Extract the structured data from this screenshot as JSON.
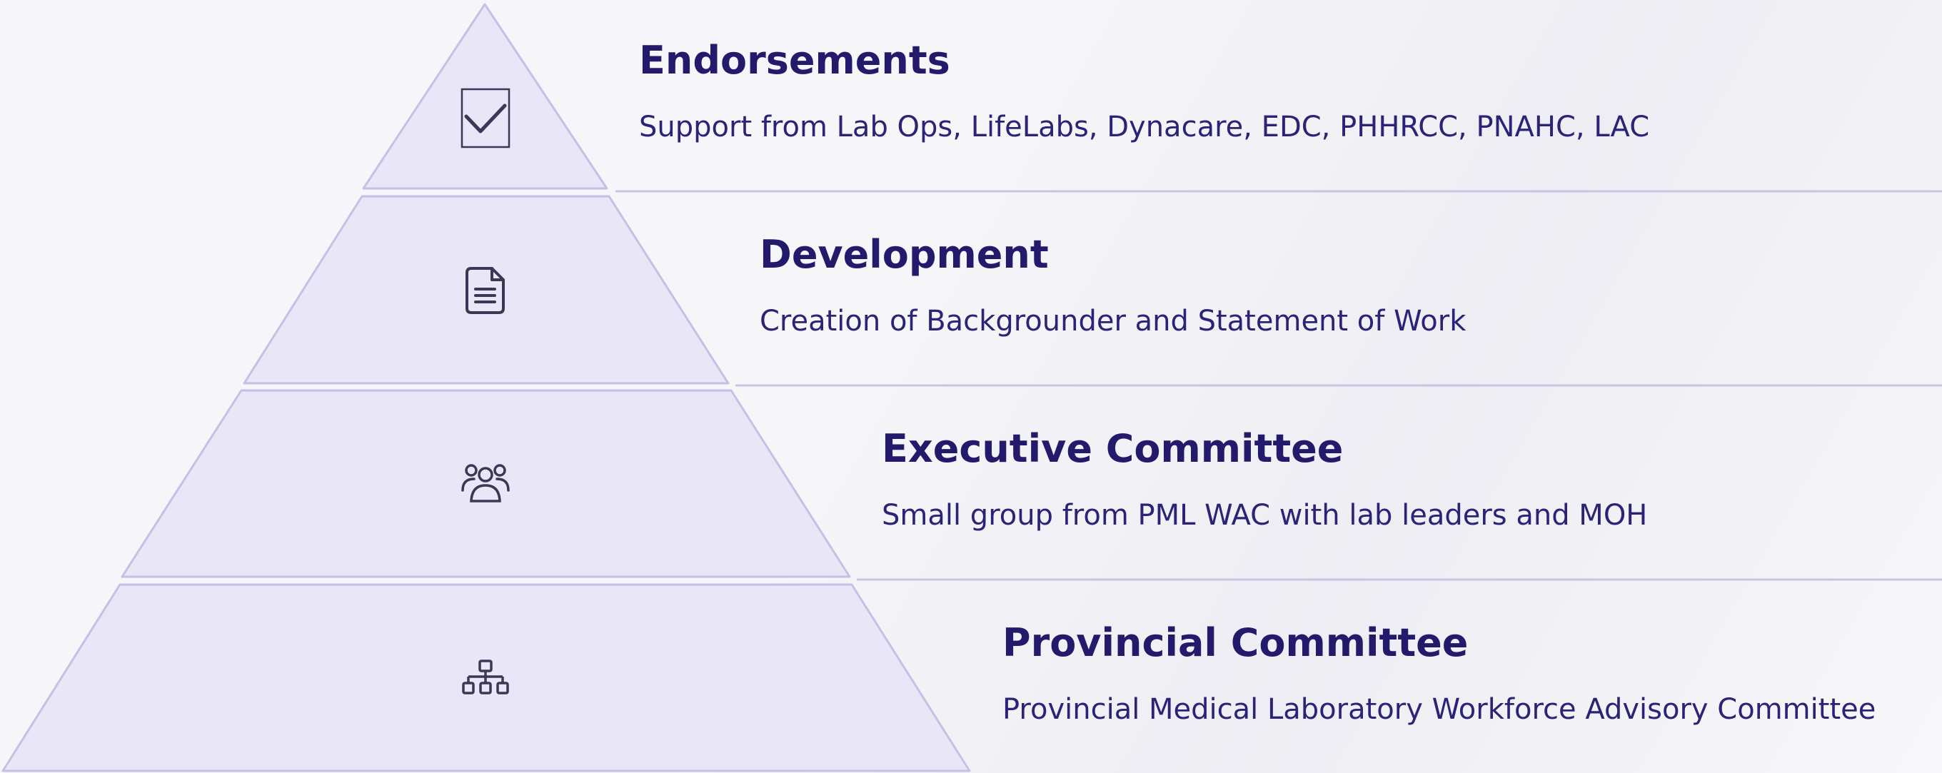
{
  "diagram": {
    "tiers": [
      {
        "id": "endorsements",
        "icon": "checkbox-icon",
        "title": "Endorsements",
        "description": "Support from Lab Ops, LifeLabs, Dynacare, EDC, PHHRCC, PNAHC, LAC"
      },
      {
        "id": "development",
        "icon": "document-icon",
        "title": "Development",
        "description": "Creation of Backgrounder and Statement of Work"
      },
      {
        "id": "executive-committee",
        "icon": "people-group-icon",
        "title": "Executive Committee",
        "description": "Small group from PML WAC with lab leaders and MOH"
      },
      {
        "id": "provincial-committee",
        "icon": "org-chart-icon",
        "title": "Provincial Committee",
        "description": "Provincial Medical Laboratory Workforce Advisory Committee"
      }
    ],
    "colors": {
      "tier_fill": "#e8e6f7",
      "tier_stroke": "#c4c0e6",
      "divider": "#c8c4e6",
      "icon": "#3a3855",
      "title": "#231a6b",
      "text": "#2b2377"
    }
  }
}
